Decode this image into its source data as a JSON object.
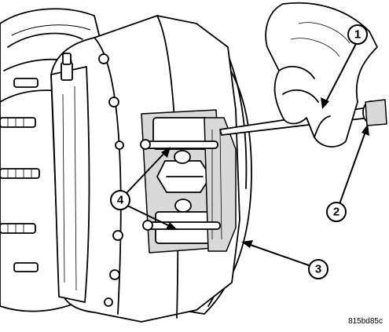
{
  "figure": {
    "code": "815bd85c",
    "callouts": [
      {
        "label": "1"
      },
      {
        "label": "2"
      },
      {
        "label": "3"
      },
      {
        "label": "4"
      }
    ]
  }
}
